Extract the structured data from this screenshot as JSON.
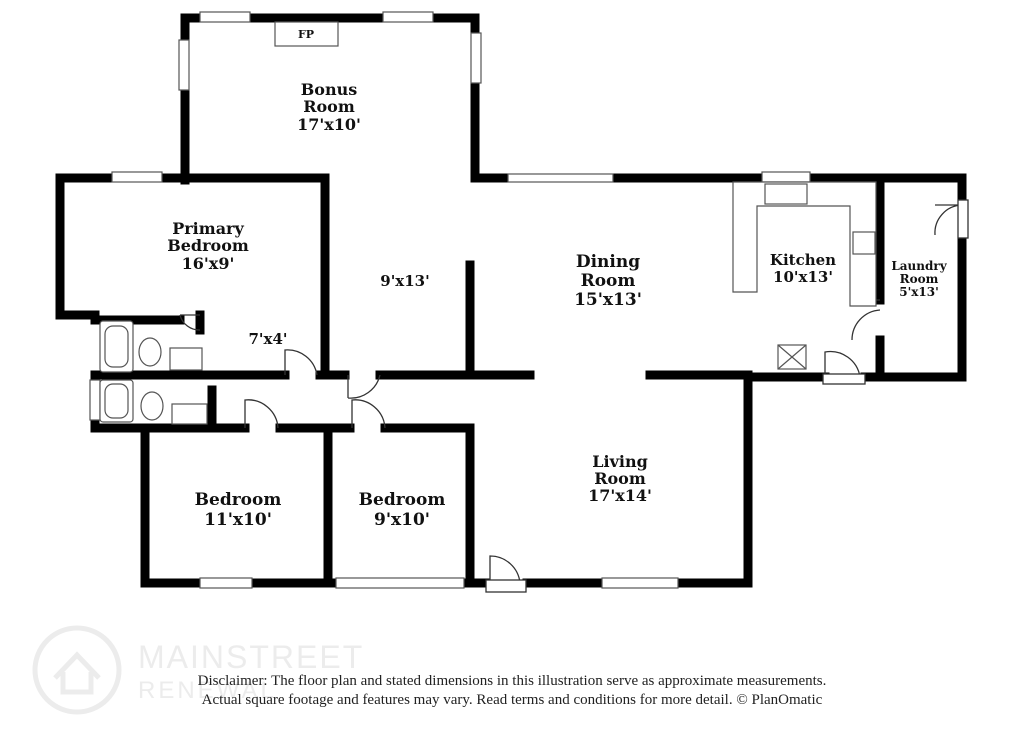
{
  "plan": {
    "fireplace": "FP",
    "rooms": [
      {
        "name": "Bonus",
        "name2": "Room",
        "size": "17'x10'"
      },
      {
        "name": "Primary",
        "name2": "Bedroom",
        "size": "16'x9'"
      },
      {
        "name": "",
        "name2": "",
        "size": "9'x13'"
      },
      {
        "name": "Dining",
        "name2": "Room",
        "size": "15'x13'"
      },
      {
        "name": "Kitchen",
        "name2": "",
        "size": "10'x13'"
      },
      {
        "name": "Laundry",
        "name2": "Room",
        "size": "5'x13'"
      },
      {
        "name": "",
        "name2": "",
        "size": "7'x4'"
      },
      {
        "name": "Bedroom",
        "name2": "",
        "size": "11'x10'"
      },
      {
        "name": "Bedroom",
        "name2": "",
        "size": "9'x10'"
      },
      {
        "name": "Living",
        "name2": "Room",
        "size": "17'x14'"
      }
    ]
  },
  "watermark": {
    "line1": "MAINSTREET",
    "line2": "RENEWAL"
  },
  "disclaimer": {
    "line1": "Disclaimer: The floor plan and stated dimensions in this illustration serve as approximate measurements.",
    "line2": "Actual square footage and features may vary. Read terms and conditions for more detail. © PlanOmatic"
  }
}
